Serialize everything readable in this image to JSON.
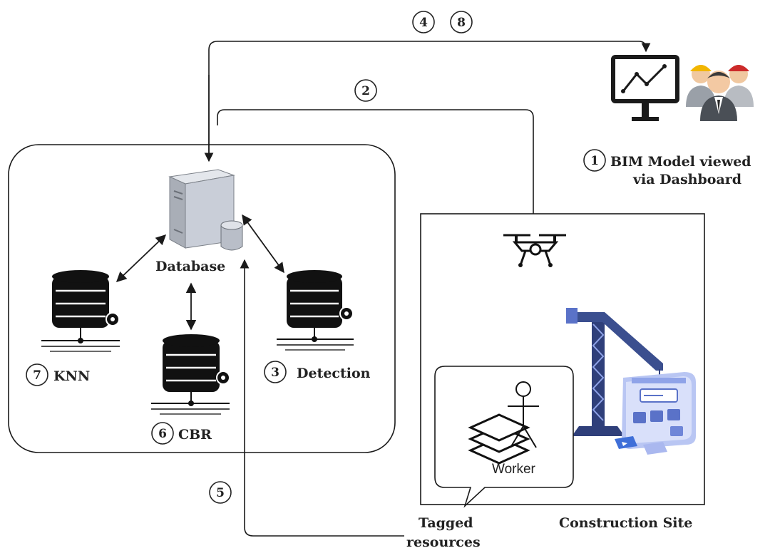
{
  "labels": {
    "database": "Database",
    "knn": "KNN",
    "cbr": "CBR",
    "detection": "Detection",
    "dashboard_line1": "BIM Model viewed",
    "dashboard_line2": "via Dashboard",
    "worker": "Worker",
    "tagged_line1": "Tagged",
    "tagged_line2": "resources",
    "construction_site": "Construction Site"
  },
  "steps": {
    "s1": "1",
    "s2": "2",
    "s3": "3",
    "s4": "4",
    "s5": "5",
    "s6": "6",
    "s7": "7",
    "s8": "8"
  },
  "icons": {
    "monitor": "monitor-chart-icon",
    "people": "workers-group-icon",
    "server": "database-server-icon",
    "db_stack": "database-stack-icon",
    "drone": "drone-icon",
    "crane": "crane-icon",
    "layers": "layers-icon",
    "stickman": "worker-icon"
  },
  "colors": {
    "line": "#1a1a1a",
    "crane": "#3b4f8f",
    "screen": "#8fa3e8",
    "server_body": "#c9ced8"
  }
}
